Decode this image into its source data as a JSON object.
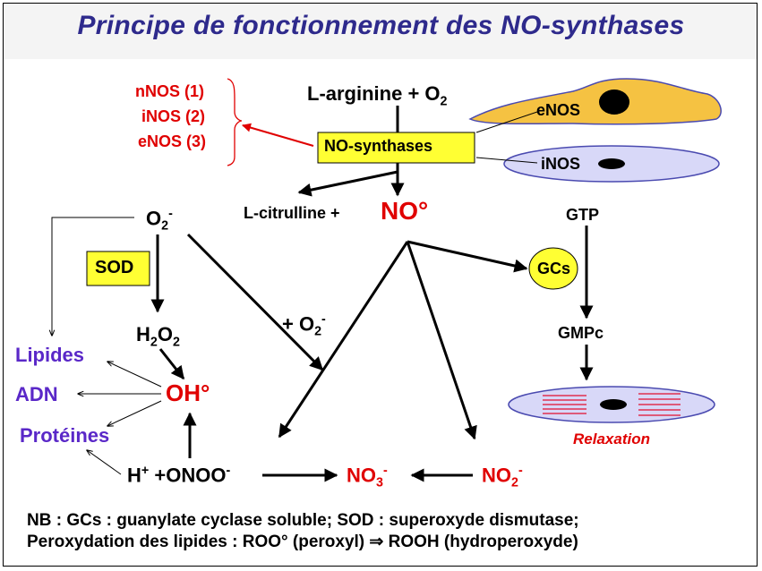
{
  "title": "Principe de fonctionnement des NO-synthases",
  "isoforms": {
    "n": "nNOS (1)",
    "i": "iNOS (2)",
    "e": "eNOS (3)"
  },
  "substrate": {
    "main": "L-arginine + O",
    "sub": "2"
  },
  "enzyme_box": "NO-synthases",
  "cells": {
    "enos": "eNOS",
    "inos": "iNOS"
  },
  "products": {
    "citrulline": "L-citrulline +",
    "no": "NO°"
  },
  "superoxide": {
    "main": "O",
    "sub": "2",
    "sup": "-"
  },
  "sod": "SOD",
  "h2o2": {
    "a": "H",
    "b": "2",
    "c": "O",
    "d": "2"
  },
  "plus_o2": {
    "main": "+ O",
    "sub": "2",
    "sup": "-"
  },
  "oh": "OH°",
  "targets": {
    "lipides": "Lipides",
    "adn": "ADN",
    "proteines": "Protéines"
  },
  "peroxynitrite": {
    "h": "H",
    "hsup": "+",
    "onoo": " +ONOO",
    "osup": "-"
  },
  "nitrate": {
    "main": "NO",
    "sub": "3",
    "sup": "-"
  },
  "nitrite": {
    "main": "NO",
    "sub": "2",
    "sup": "-"
  },
  "pathway": {
    "gtp": "GTP",
    "gcs": "GCs",
    "gmpc": "GMPc",
    "relaxation": "Relaxation"
  },
  "footer": {
    "line1": "NB : GCs : guanylate cyclase soluble; SOD : superoxyde dismutase;",
    "line2": "Peroxydation des lipides : ROO° (peroxyl) ⇒ ROOH (hydroperoxyde)"
  },
  "colors": {
    "title": "#2e2a8c",
    "red": "#e00000",
    "purple": "#5a28c8",
    "yellow_box": "#ffff33",
    "cell_orange": "#f5c242",
    "cell_lavender": "#d8d8f8"
  }
}
